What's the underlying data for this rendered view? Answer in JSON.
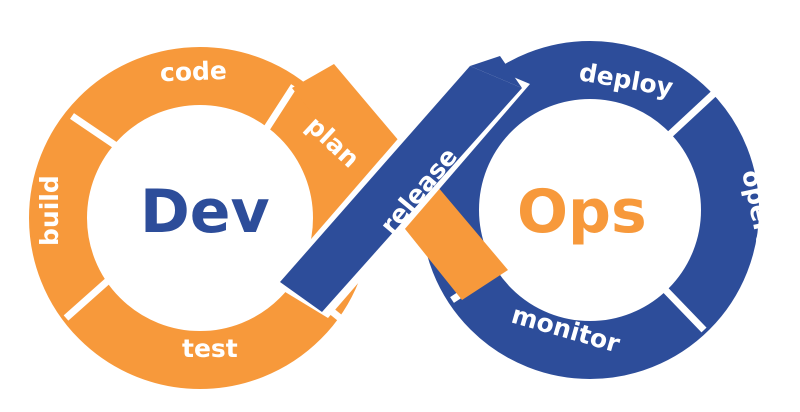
{
  "colors": {
    "orange": "#F7993B",
    "blue": "#2D4D9A",
    "background": "#FFFFFF",
    "label_text": "#FFFFFF"
  },
  "dev": {
    "title": "Dev",
    "title_color": "#2D4D9A",
    "stages": [
      "plan",
      "code",
      "build",
      "test"
    ]
  },
  "ops": {
    "title": "Ops",
    "title_color": "#F7993B",
    "stages": [
      "release",
      "deploy",
      "operate",
      "monitor"
    ]
  }
}
